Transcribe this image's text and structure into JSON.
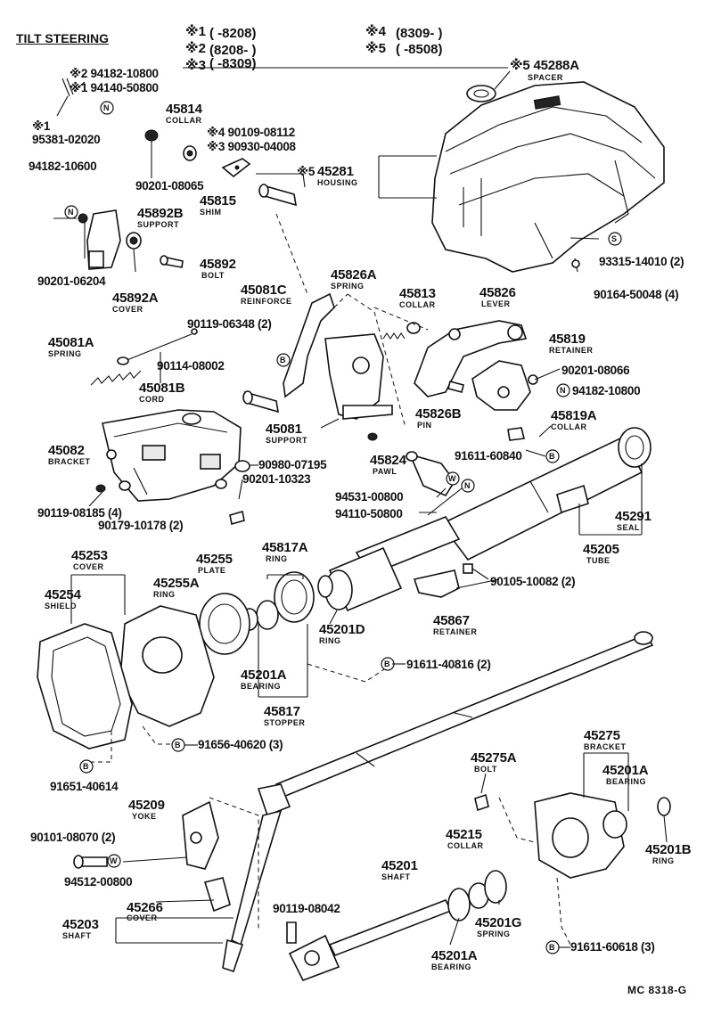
{
  "title": "TILT STEERING",
  "legend": [
    {
      "mark": "※1",
      "range": "(       -8208)"
    },
    {
      "mark": "※2",
      "range": "(8208-       )"
    },
    {
      "mark": "※3",
      "range": "(       -8309)"
    },
    {
      "mark": "※4",
      "range": "(8309-       )"
    },
    {
      "mark": "※5",
      "range": "(       -8508)"
    }
  ],
  "doc_code": "MC 8318-G",
  "labels": {
    "p94182_10800a": "※2 94182-10800",
    "p94140_50800": "※1 94140-50800",
    "p95381": "※1",
    "p95381_02020": "95381-02020",
    "p45814": "45814",
    "collar": "COLLAR",
    "p90109": "※4 90109-08112",
    "p90930": "※3 90930-04008",
    "p90201_08065": "90201-08065",
    "p94182_10600": "94182-10600",
    "p45815": "45815",
    "shim": "SHIM",
    "p45892b": "45892B",
    "support": "SUPPORT",
    "p45288a": "※5 45288A",
    "spacer": "SPACER",
    "star5": "※5",
    "p45281": "45281",
    "housing": "HOUSING",
    "p93315": "93315-14010 (2)",
    "p90164": "90164-50048 (4)",
    "p45892": "45892",
    "bolt": "BOLT",
    "p90201_06204": "90201-06204",
    "p45892a": "45892A",
    "cover": "COVER",
    "p45081c": "45081C",
    "reinforce": "REINFORCE",
    "p45826a": "45826A",
    "spring": "SPRING",
    "p45813": "45813",
    "p45826": "45826",
    "lever": "LEVER",
    "p90119_06348": "90119-06348 (2)",
    "p45081a": "45081A",
    "p45819": "45819",
    "retainer": "RETAINER",
    "p90201_08066": "90201-08066",
    "p94182_10800b": "94182-10800",
    "p90114": "90114-08002",
    "p45081b": "45081B",
    "cord": "CORD",
    "p45826b": "45826B",
    "pin": "PIN",
    "p45819a": "45819A",
    "p45081": "45081",
    "p45082": "45082",
    "bracket": "BRACKET",
    "p90980": "90980-07195",
    "p45824": "45824",
    "pawl": "PAWL",
    "p91611_60840": "91611-60840",
    "p90201_10323": "90201-10323",
    "p94531": "94531-00800",
    "p94110": "94110-50800",
    "p90119_08185": "90119-08185 (4)",
    "p90179": "90179-10178 (2)",
    "p45291": "45291",
    "seal": "SEAL",
    "p45205": "45205",
    "tube": "TUBE",
    "p45253": "45253",
    "p45255": "45255",
    "plate": "PLATE",
    "p45817a": "45817A",
    "ring": "RING",
    "p45254": "45254",
    "shield": "SHIELD",
    "p45255a": "45255A",
    "p90105": "90105-10082 (2)",
    "p45867": "45867",
    "p45201d": "45201D",
    "p91611_40816": "91611-40816 (2)",
    "p45201a": "45201A",
    "bearing": "BEARING",
    "p45817": "45817",
    "stopper": "STOPPER",
    "p91656": "91656-40620 (3)",
    "p91651": "91651-40614",
    "p45275": "45275",
    "p45201a2": "45201A",
    "p45275a": "45275A",
    "p45209": "45209",
    "yoke": "YOKE",
    "p45201b": "45201B",
    "p45215": "45215",
    "p90101": "90101-08070 (2)",
    "p94512": "94512-00800",
    "p45201": "45201",
    "shaft": "SHAFT",
    "p45266": "45266",
    "p45201g": "45201G",
    "p90119_08042": "90119-08042",
    "p45203": "45203",
    "p45201a3": "45201A",
    "p91611_60618": "91611-60618 (3)"
  },
  "symbols": {
    "N": "N",
    "W": "W",
    "S": "S",
    "B": "B"
  }
}
